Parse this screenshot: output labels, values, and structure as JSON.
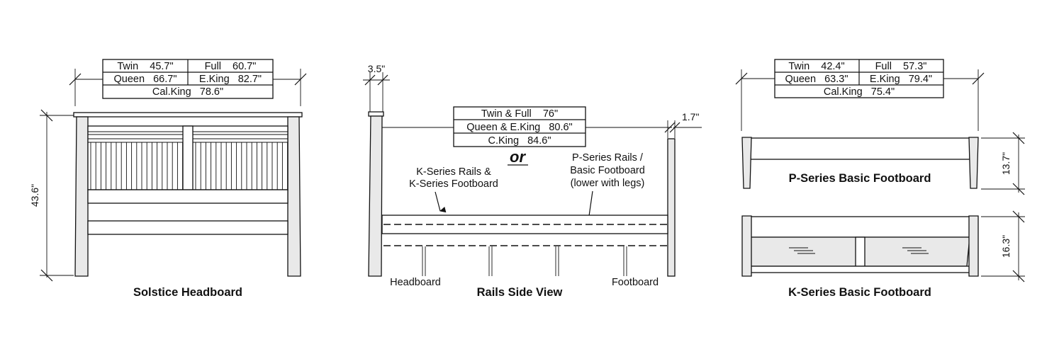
{
  "headboard": {
    "title": "Solstice Headboard",
    "height_dim": "43.6\"",
    "widths": [
      [
        "Twin    45.7\"",
        "Full    60.7\""
      ],
      [
        "Queen   66.7\"",
        "E.King   82.7\""
      ],
      [
        "Cal.King   78.6\""
      ]
    ]
  },
  "rails": {
    "title": "Rails Side View",
    "post_dim": "3.5\"",
    "footboard_dim": "1.7\"",
    "lengths": [
      "Twin & Full    76\"",
      "Queen & E.King   80.6\"",
      "C.King   84.6\""
    ],
    "or_label": "or",
    "k_callout": [
      "K-Series Rails &",
      "K-Series Footboard"
    ],
    "p_callout": [
      "P-Series Rails /",
      "Basic Footboard",
      "(lower with legs)"
    ],
    "left_label": "Headboard",
    "right_label": "Footboard"
  },
  "footboards": {
    "widths": [
      [
        "Twin    42.4\"",
        "Full    57.3\""
      ],
      [
        "Queen   63.3\"",
        "E.King   79.4\""
      ],
      [
        "Cal.King   75.4\""
      ]
    ],
    "p_title": "P-Series Basic Footboard",
    "p_height": "13.7\"",
    "k_title": "K-Series Basic Footboard",
    "k_height": "16.3\""
  }
}
